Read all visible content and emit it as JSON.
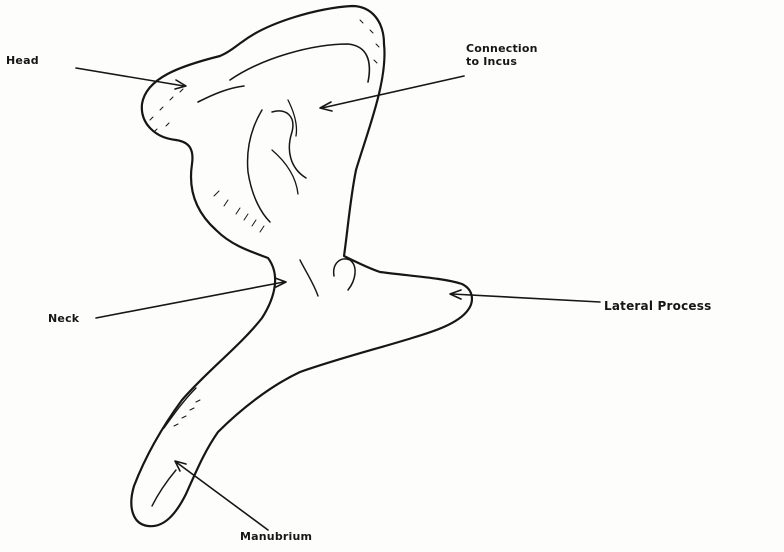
{
  "labels": {
    "head": "Head",
    "connection_to_incus": [
      "Connection",
      "to Incus"
    ],
    "neck": "Neck",
    "lateral_process": "Lateral Process",
    "manubrium": "Manubrium"
  },
  "colors": {
    "ink": "#161616",
    "background": "#fdfdfb"
  }
}
